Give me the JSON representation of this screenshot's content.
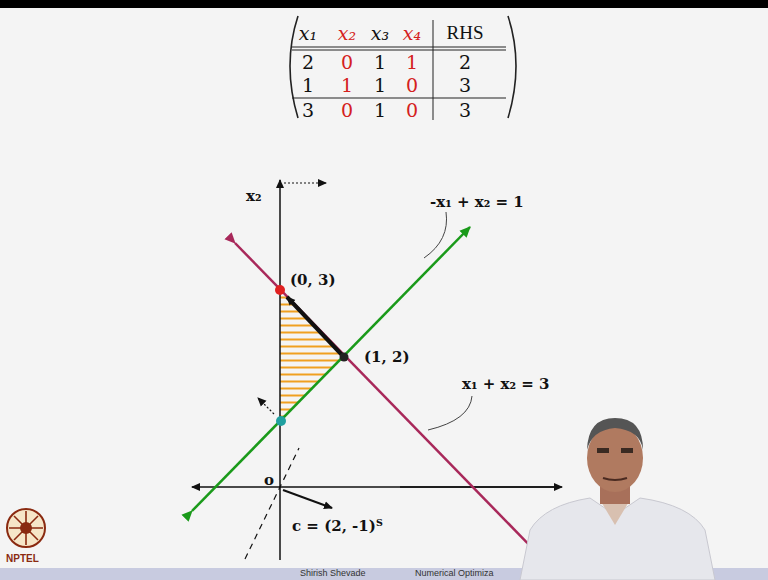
{
  "diagram": {
    "labels": [
      "x₁",
      "x₂",
      "x₃",
      "x₄",
      "RHS",
      "2",
      "0",
      "1",
      "1",
      "2",
      "1",
      "1",
      "1",
      "0",
      "3",
      "3",
      "0",
      "1",
      "0",
      "3",
      "x₂",
      "(0, 3)",
      "(1, 2)",
      "-x₁ + x₂ = 1",
      "x₁ + x₂ = 3",
      "o",
      "c = (2, -1)ᵀ",
      "NPTEL",
      "Shirish Shevade",
      "Numerical Optimiza"
    ]
  }
}
